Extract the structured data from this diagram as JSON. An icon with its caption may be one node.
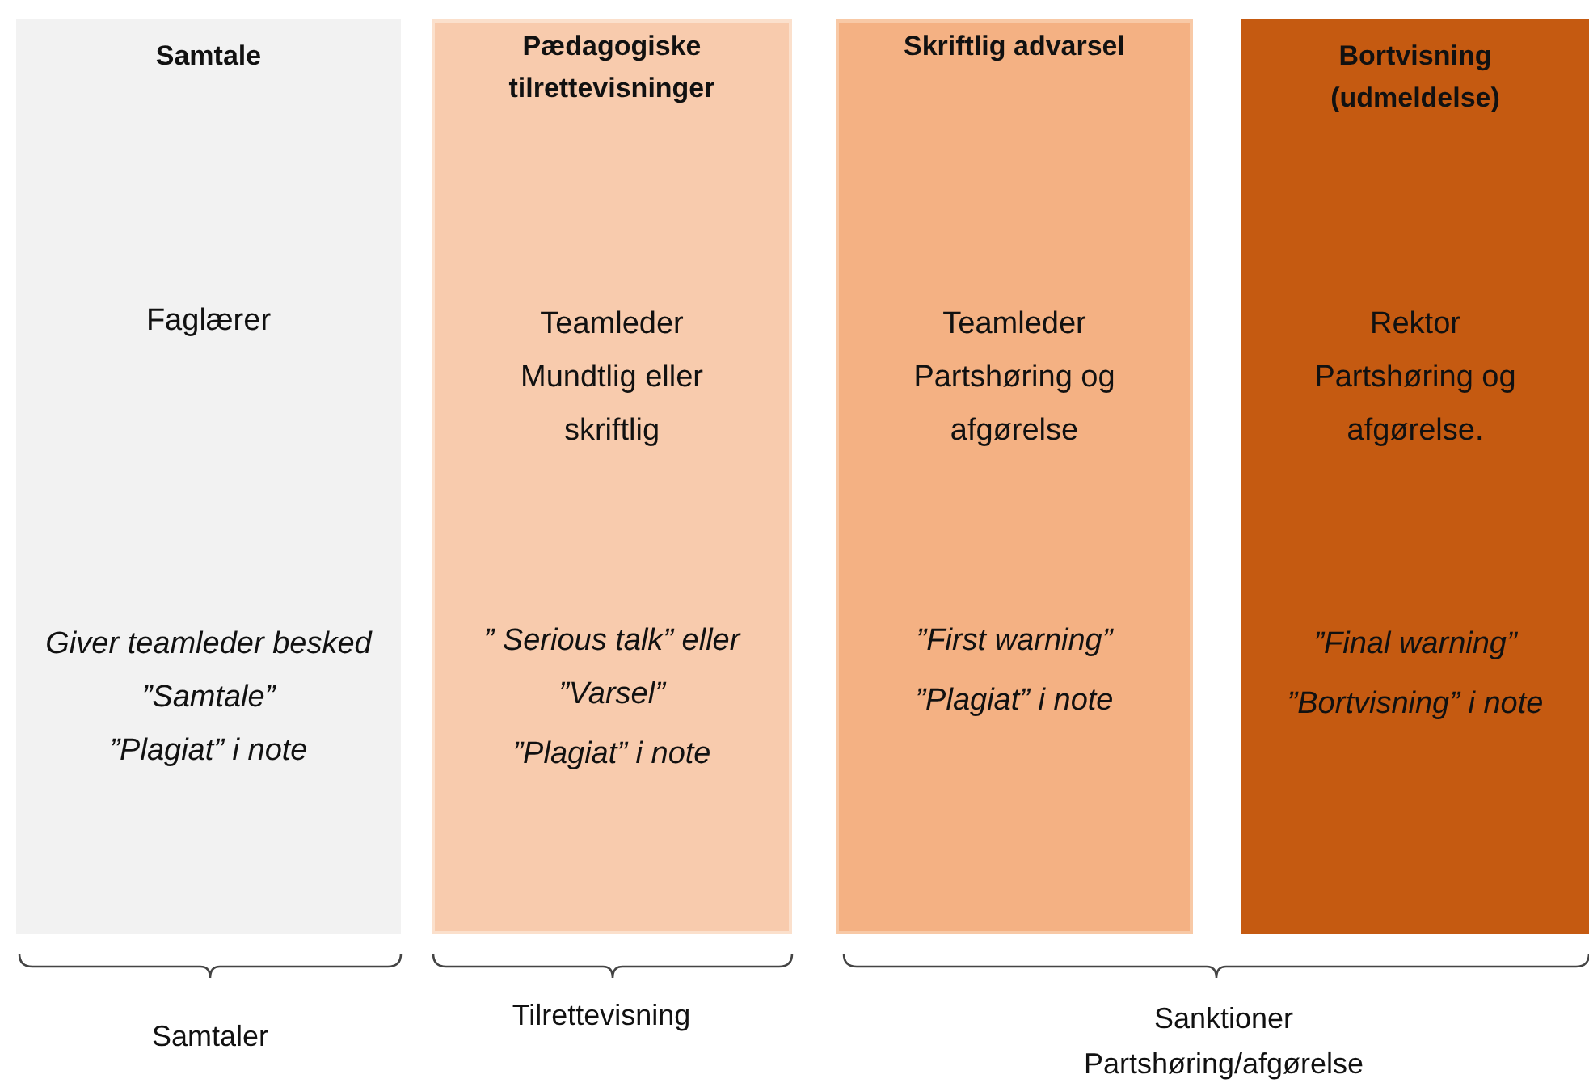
{
  "diagram": {
    "nodes": [
      {
        "text": [
          "Samtale",
          "Faglærer",
          "Giver teamleder besked",
          "”Samtale”",
          "”Plagiat” i note"
        ]
      },
      {
        "text": [
          "Pædagogiske tilrettevisninger",
          "Teamleder",
          "Mundtlig eller skriftlig",
          "” Serious talk” eller ”Varsel”",
          "”Plagiat” i note"
        ]
      },
      {
        "text": [
          "Skriftlig advarsel",
          "Teamleder",
          "Partshøring og afgørelse",
          "”First warning”",
          "”Plagiat” i note"
        ]
      },
      {
        "text": [
          "Bortvisning (udmeldelse)",
          "Rektor",
          "Partshøring og afgørelse.",
          "”Final warning”",
          "”Bortvisning” i note"
        ]
      }
    ],
    "edges": [],
    "labels": [
      "Samtaler",
      "Tilrettevisning",
      "Sanktioner Partshøring/afgørelse"
    ]
  }
}
